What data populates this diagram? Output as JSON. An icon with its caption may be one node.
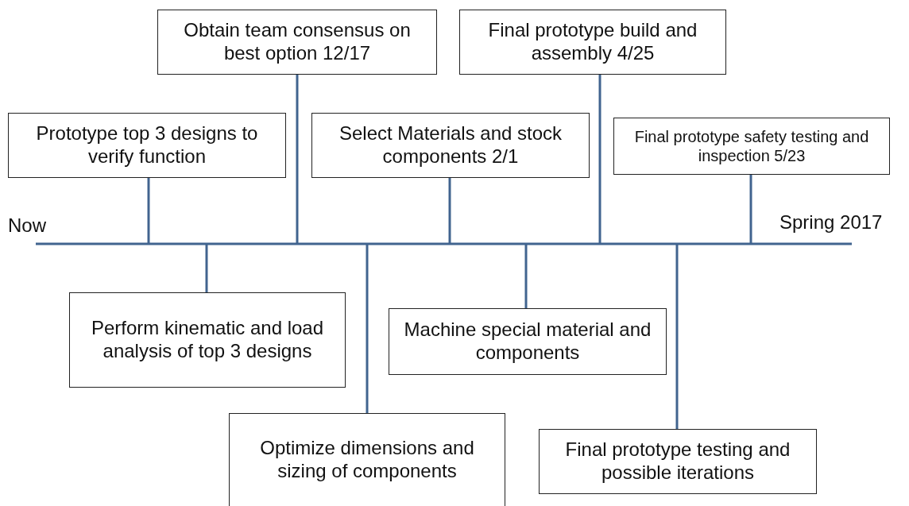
{
  "diagram": {
    "nodes": [
      {
        "text": [
          "Obtain team consensus on best option 12/17"
        ]
      },
      {
        "text": [
          "Final prototype build and assembly 4/25"
        ]
      },
      {
        "text": [
          "Prototype top 3 designs to verify function"
        ]
      },
      {
        "text": [
          "Select Materials and stock components 2/1"
        ]
      },
      {
        "text": [
          "Final prototype safety testing and inspection 5/23"
        ]
      },
      {
        "text": [
          "Perform kinematic and load analysis of top 3 designs"
        ]
      },
      {
        "text": [
          "Machine special material and components"
        ]
      },
      {
        "text": [
          "Optimize dimensions and sizing of components"
        ]
      },
      {
        "text": [
          "Final prototype testing and possible iterations"
        ]
      }
    ],
    "edges": [
      {
        "from": null,
        "to": 2,
        "arrow": "none"
      },
      {
        "from": null,
        "to": 5,
        "arrow": "none"
      },
      {
        "from": null,
        "to": 0,
        "arrow": "none"
      },
      {
        "from": null,
        "to": 7,
        "arrow": "none"
      },
      {
        "from": null,
        "to": 3,
        "arrow": "none"
      },
      {
        "from": null,
        "to": 6,
        "arrow": "none"
      },
      {
        "from": null,
        "to": 1,
        "arrow": "none"
      },
      {
        "from": null,
        "to": 8,
        "arrow": "none"
      },
      {
        "from": null,
        "to": 4,
        "arrow": "none"
      }
    ],
    "labels": [
      "Now",
      "Spring 2017"
    ]
  }
}
